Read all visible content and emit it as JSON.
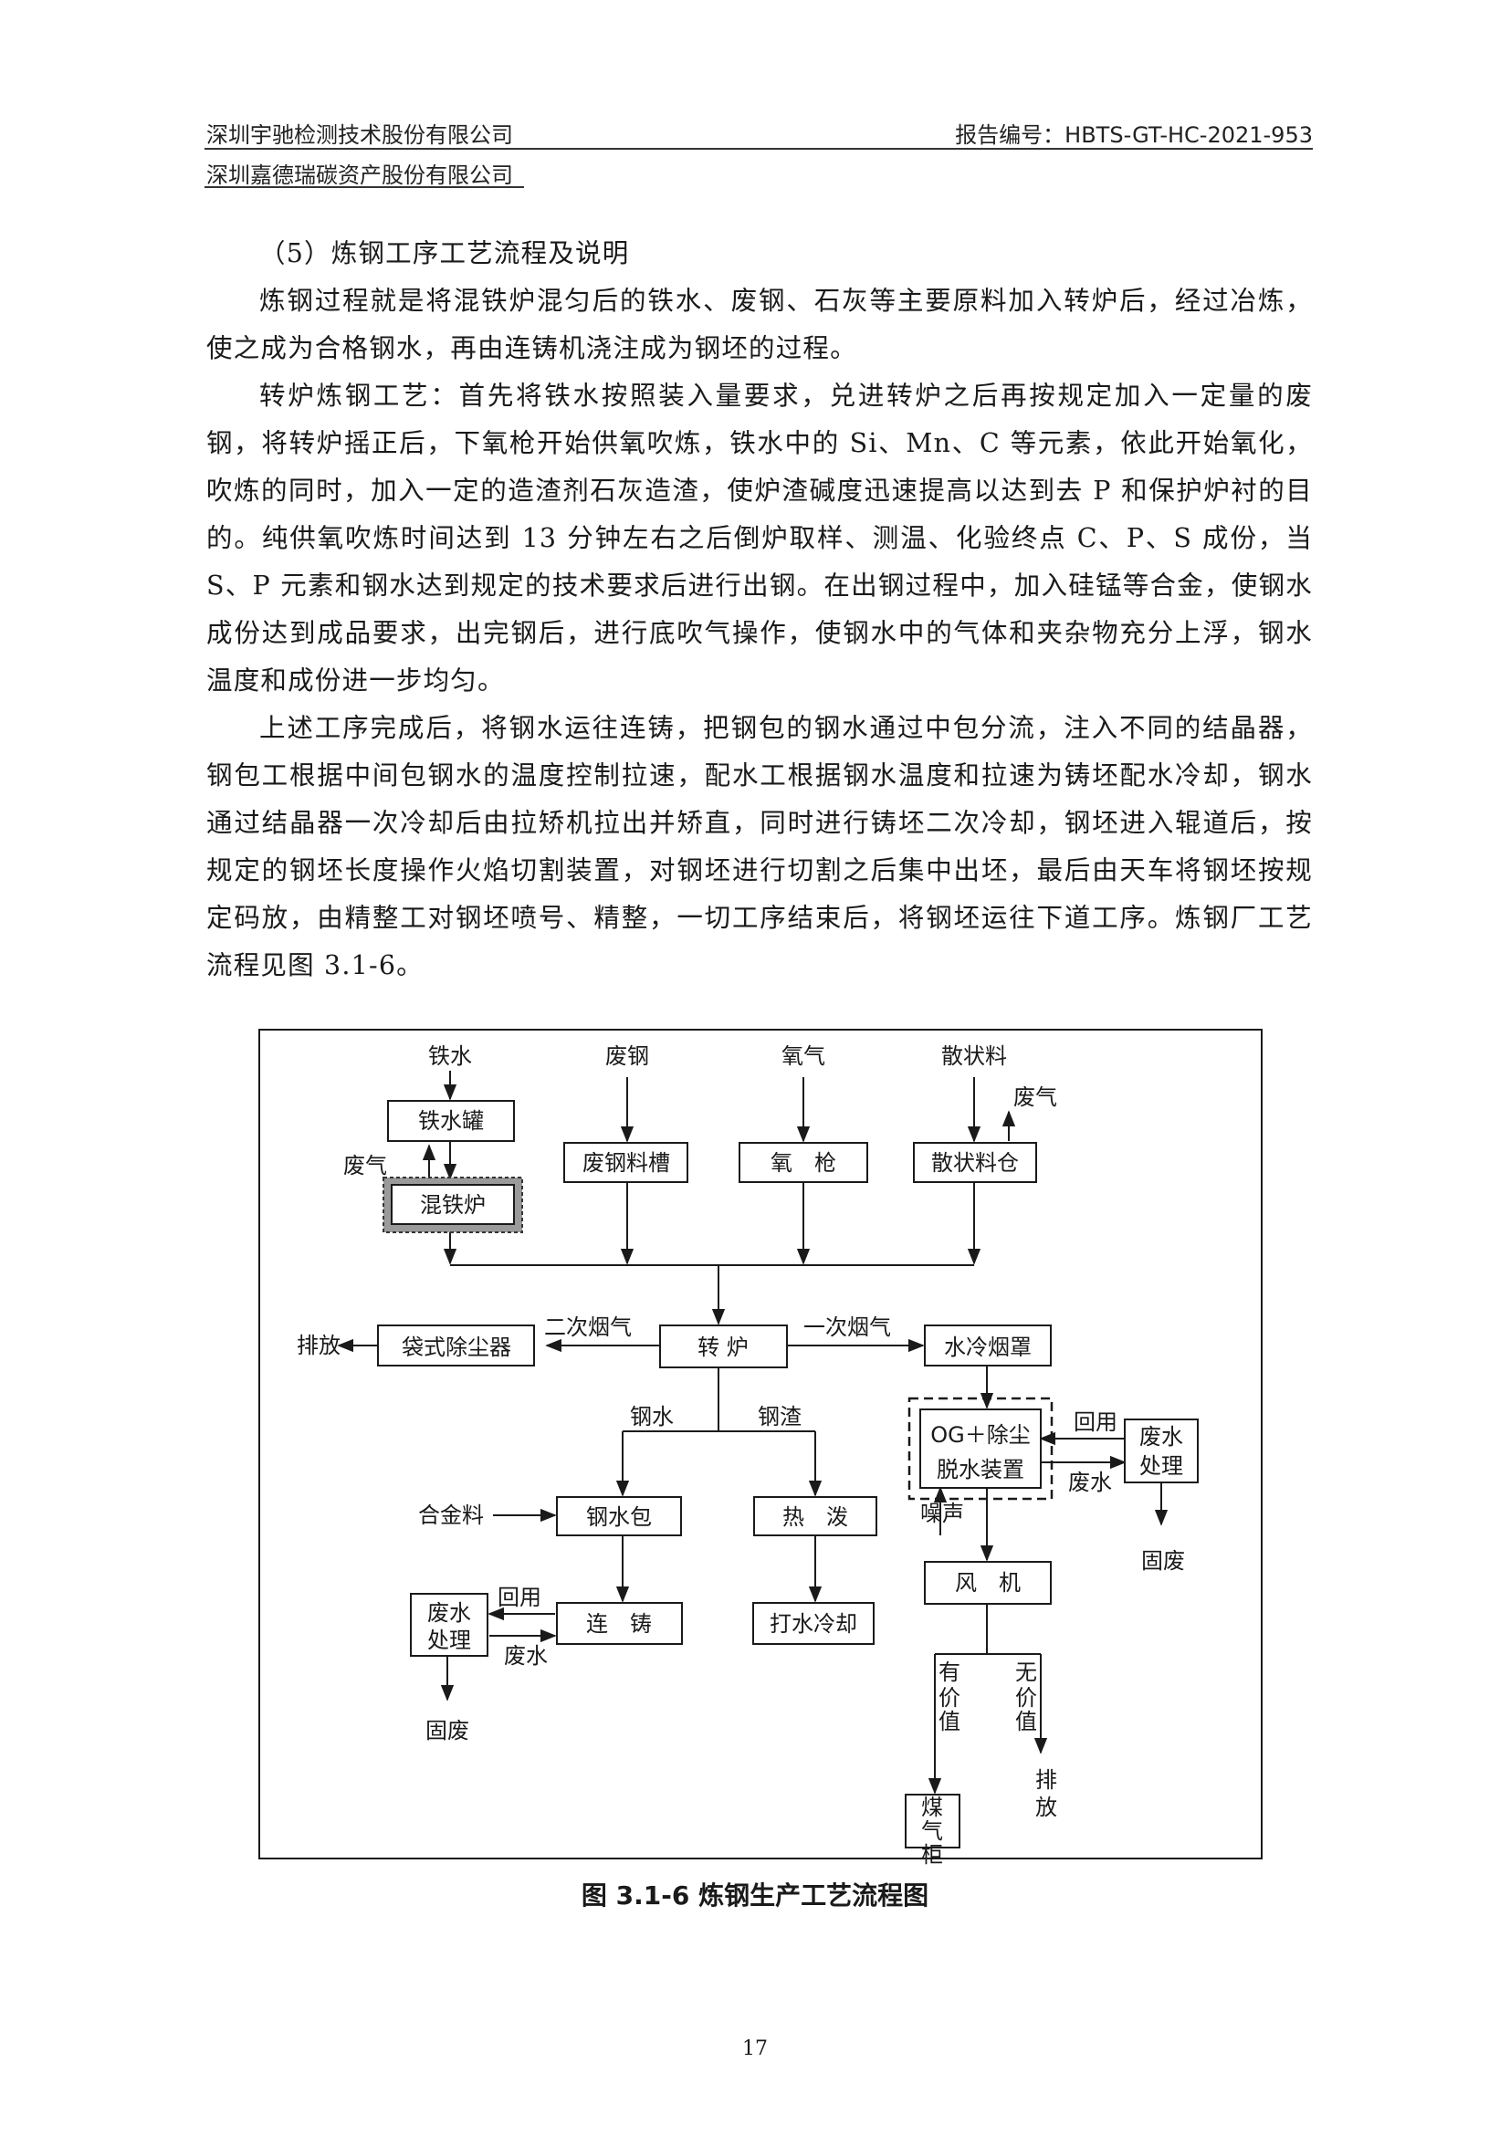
{
  "header": {
    "company1": "深圳宇驰检测技术股份有限公司",
    "report_no": "报告编号：HBTS-GT-HC-2021-953",
    "company2": "深圳嘉德瑞碳资产股份有限公司"
  },
  "section_title": "（5）炼钢工序工艺流程及说明",
  "paragraphs": [
    "炼钢过程就是将混铁炉混匀后的铁水、废钢、石灰等主要原料加入转炉后，经过冶炼，使之成为合格钢水，再由连铸机浇注成为钢坯的过程。",
    "转炉炼钢工艺：首先将铁水按照装入量要求，兑进转炉之后再按规定加入一定量的废钢，将转炉摇正后，下氧枪开始供氧吹炼，铁水中的 Si、Mn、C 等元素，依此开始氧化，吹炼的同时，加入一定的造渣剂石灰造渣，使炉渣碱度迅速提高以达到去 P 和保护炉衬的目的。纯供氧吹炼时间达到 13 分钟左右之后倒炉取样、测温、化验终点 C、P、S 成份，当 S、P 元素和钢水达到规定的技术要求后进行出钢。在出钢过程中，加入硅锰等合金，使钢水成份达到成品要求，出完钢后，进行底吹气操作，使钢水中的气体和夹杂物充分上浮，钢水温度和成份进一步均匀。",
    "上述工序完成后，将钢水运往连铸，把钢包的钢水通过中包分流，注入不同的结晶器，钢包工根据中间包钢水的温度控制拉速，配水工根据钢水温度和拉速为铸坯配水冷却，钢水通过结晶器一次冷却后由拉矫机拉出并矫直，同时进行铸坯二次冷却，钢坯进入辊道后，按规定的钢坯长度操作火焰切割装置，对钢坯进行切割之后集中出坯，最后由天车将钢坯按规定码放，由精整工对钢坯喷号、精整，一切工序结束后，将钢坯运往下道工序。炼钢厂工艺流程见图 3.1-6。"
  ],
  "diagram": {
    "inputs": [
      "铁水",
      "废钢",
      "氧气",
      "散状料"
    ],
    "boxes": {
      "iron_tank": "铁水罐",
      "mixer": "混铁炉",
      "scrap_trough": "废钢料槽",
      "oxygen_lance": "氧　枪",
      "bulk_bin": "散状料仓",
      "converter": "转 炉",
      "bag_filter": "袋式除尘器",
      "water_hood": "水冷烟罩",
      "og_line1": "OG＋除尘",
      "og_line2": "脱水装置",
      "wt_right_1": "废水",
      "wt_right_2": "处理",
      "ladle": "钢水包",
      "slag": "热　泼",
      "fan": "风　机",
      "caster": "连　铸",
      "wt_left_1": "废水",
      "wt_left_2": "处理",
      "cooling": "打水冷却",
      "gas_holder": [
        "煤",
        "气",
        "柜"
      ]
    },
    "labels": {
      "waste_gas": "废气",
      "emission": "排放",
      "secondary_flue": "二次烟气",
      "primary_flue": "一次烟气",
      "molten_steel": "钢水",
      "steel_slag": "钢渣",
      "reuse": "回用",
      "wastewater": "废水",
      "alloy": "合金料",
      "solid_waste": "固废",
      "noise": "噪声",
      "valuable": [
        "有",
        "价",
        "值"
      ],
      "no_value": [
        "无",
        "价",
        "值"
      ],
      "emission_vertical": [
        "排",
        "放"
      ]
    }
  },
  "figure_caption": "图 3.1-6  炼钢生产工艺流程图",
  "page_number": "17"
}
